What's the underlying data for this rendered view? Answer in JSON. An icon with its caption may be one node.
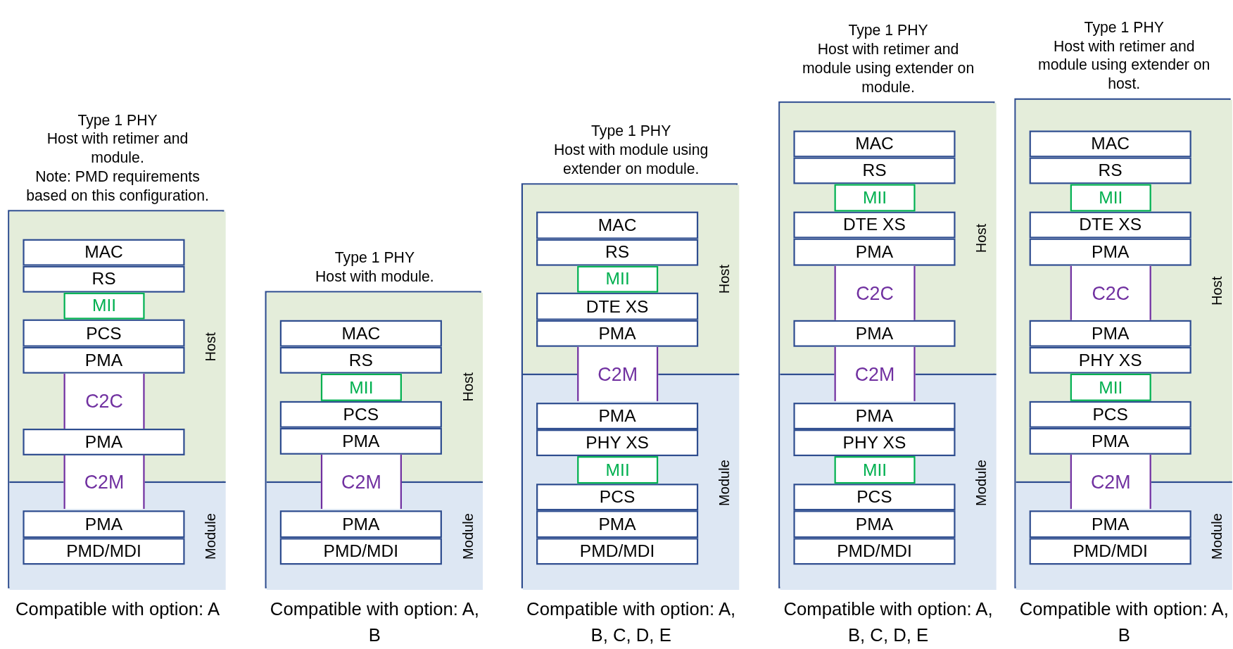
{
  "diagram": {
    "nodes": [
      {
        "text": [
          "Type 1 PHY",
          "Host with retimer and module.",
          "Note: PMD requirements based on this configuration."
        ],
        "beside": [
          "Compatible with option: A"
        ]
      },
      {
        "text": [
          "Host"
        ],
        "in": 0
      },
      {
        "text": [
          "MAC"
        ],
        "in": 1
      },
      {
        "text": [
          "RS"
        ],
        "in": 1
      },
      {
        "text": [
          "MII"
        ],
        "in": 1
      },
      {
        "text": [
          "PCS"
        ],
        "in": 1
      },
      {
        "text": [
          "PMA"
        ],
        "in": 1
      },
      {
        "text": [
          "C2C"
        ],
        "in": 1
      },
      {
        "text": [
          "PMA"
        ],
        "in": 1
      },
      {
        "text": [
          "C2M"
        ],
        "in": 0
      },
      {
        "text": [
          "Module"
        ],
        "in": 0
      },
      {
        "text": [
          "PMA"
        ],
        "in": 10
      },
      {
        "text": [
          "PMD/MDI"
        ],
        "in": 10
      },
      {
        "text": [
          "Type 1 PHY",
          "Host with module."
        ],
        "beside": [
          "Compatible with option: A, B"
        ]
      },
      {
        "text": [
          "Host"
        ],
        "in": 13
      },
      {
        "text": [
          "MAC"
        ],
        "in": 14
      },
      {
        "text": [
          "RS"
        ],
        "in": 14
      },
      {
        "text": [
          "MII"
        ],
        "in": 14
      },
      {
        "text": [
          "PCS"
        ],
        "in": 14
      },
      {
        "text": [
          "PMA"
        ],
        "in": 14
      },
      {
        "text": [
          "C2M"
        ],
        "in": 13
      },
      {
        "text": [
          "Module"
        ],
        "in": 13
      },
      {
        "text": [
          "PMA"
        ],
        "in": 21
      },
      {
        "text": [
          "PMD/MDI"
        ],
        "in": 21
      },
      {
        "text": [
          "Type 1 PHY",
          "Host with module using extender on module."
        ],
        "beside": [
          "Compatible with option: A, B, C, D, E"
        ]
      },
      {
        "text": [
          "Host"
        ],
        "in": 24
      },
      {
        "text": [
          "MAC"
        ],
        "in": 25
      },
      {
        "text": [
          "RS"
        ],
        "in": 25
      },
      {
        "text": [
          "MII"
        ],
        "in": 25
      },
      {
        "text": [
          "DTE XS"
        ],
        "in": 25
      },
      {
        "text": [
          "PMA"
        ],
        "in": 25
      },
      {
        "text": [
          "C2M"
        ],
        "in": 24
      },
      {
        "text": [
          "Module"
        ],
        "in": 24
      },
      {
        "text": [
          "PMA"
        ],
        "in": 32
      },
      {
        "text": [
          "PHY XS"
        ],
        "in": 32
      },
      {
        "text": [
          "MII"
        ],
        "in": 32
      },
      {
        "text": [
          "PCS"
        ],
        "in": 32
      },
      {
        "text": [
          "PMA"
        ],
        "in": 32
      },
      {
        "text": [
          "PMD/MDI"
        ],
        "in": 32
      },
      {
        "text": [
          "Type 1 PHY",
          "Host with retimer and module using extender on module."
        ],
        "beside": [
          "Compatible with option: A, B, C, D, E"
        ]
      },
      {
        "text": [
          "Host"
        ],
        "in": 39
      },
      {
        "text": [
          "MAC"
        ],
        "in": 40
      },
      {
        "text": [
          "RS"
        ],
        "in": 40
      },
      {
        "text": [
          "MII"
        ],
        "in": 40
      },
      {
        "text": [
          "DTE XS"
        ],
        "in": 40
      },
      {
        "text": [
          "PMA"
        ],
        "in": 40
      },
      {
        "text": [
          "C2C"
        ],
        "in": 40
      },
      {
        "text": [
          "PMA"
        ],
        "in": 40
      },
      {
        "text": [
          "C2M"
        ],
        "in": 39
      },
      {
        "text": [
          "Module"
        ],
        "in": 39
      },
      {
        "text": [
          "PMA"
        ],
        "in": 49
      },
      {
        "text": [
          "PHY XS"
        ],
        "in": 49
      },
      {
        "text": [
          "MII"
        ],
        "in": 49
      },
      {
        "text": [
          "PCS"
        ],
        "in": 49
      },
      {
        "text": [
          "PMA"
        ],
        "in": 49
      },
      {
        "text": [
          "PMD/MDI"
        ],
        "in": 49
      },
      {
        "text": [
          "Type 1 PHY",
          "Host with retimer and module using extender on host."
        ],
        "beside": [
          "Compatible with option: A, B"
        ]
      },
      {
        "text": [
          "Host"
        ],
        "in": 56
      },
      {
        "text": [
          "MAC"
        ],
        "in": 57
      },
      {
        "text": [
          "RS"
        ],
        "in": 57
      },
      {
        "text": [
          "MII"
        ],
        "in": 57
      },
      {
        "text": [
          "DTE XS"
        ],
        "in": 57
      },
      {
        "text": [
          "PMA"
        ],
        "in": 57
      },
      {
        "text": [
          "C2C"
        ],
        "in": 57
      },
      {
        "text": [
          "PMA"
        ],
        "in": 57
      },
      {
        "text": [
          "PHY XS"
        ],
        "in": 57
      },
      {
        "text": [
          "MII"
        ],
        "in": 57
      },
      {
        "text": [
          "PCS"
        ],
        "in": 57
      },
      {
        "text": [
          "PMA"
        ],
        "in": 57
      },
      {
        "text": [
          "C2M"
        ],
        "in": 56
      },
      {
        "text": [
          "Module"
        ],
        "in": 56
      },
      {
        "text": [
          "PMA"
        ],
        "in": 70
      },
      {
        "text": [
          "PMD/MDI"
        ],
        "in": 70
      }
    ]
  }
}
